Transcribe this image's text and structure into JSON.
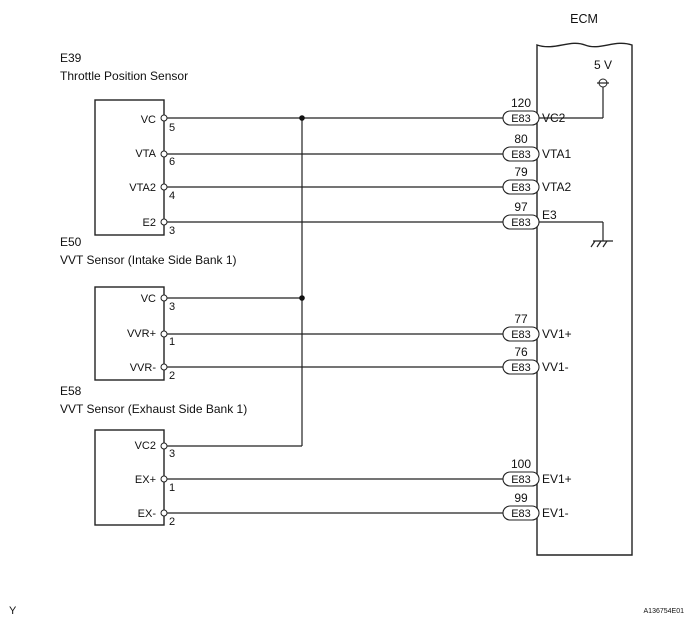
{
  "ecm": {
    "title": "ECM",
    "power": "5 V",
    "connector": "E83"
  },
  "sensors": [
    {
      "code": "E39",
      "name": "Throttle Position Sensor",
      "pins": [
        {
          "label": "VC",
          "num": "5"
        },
        {
          "label": "VTA",
          "num": "6"
        },
        {
          "label": "VTA2",
          "num": "4"
        },
        {
          "label": "E2",
          "num": "3"
        }
      ]
    },
    {
      "code": "E50",
      "name": "VVT Sensor (Intake Side Bank 1)",
      "pins": [
        {
          "label": "VC",
          "num": "3"
        },
        {
          "label": "VVR+",
          "num": "1"
        },
        {
          "label": "VVR-",
          "num": "2"
        }
      ]
    },
    {
      "code": "E58",
      "name": "VVT Sensor (Exhaust Side Bank 1)",
      "pins": [
        {
          "label": "VC2",
          "num": "3"
        },
        {
          "label": "EX+",
          "num": "1"
        },
        {
          "label": "EX-",
          "num": "2"
        }
      ]
    }
  ],
  "ecm_terminals": [
    {
      "pin": "120",
      "name": "VC2"
    },
    {
      "pin": "80",
      "name": "VTA1"
    },
    {
      "pin": "79",
      "name": "VTA2"
    },
    {
      "pin": "97",
      "name": "E3"
    },
    {
      "pin": "77",
      "name": "VV1+"
    },
    {
      "pin": "76",
      "name": "VV1-"
    },
    {
      "pin": "100",
      "name": "EV1+"
    },
    {
      "pin": "99",
      "name": "EV1-"
    }
  ],
  "footer": {
    "left": "Y",
    "right": "A136754E01"
  }
}
